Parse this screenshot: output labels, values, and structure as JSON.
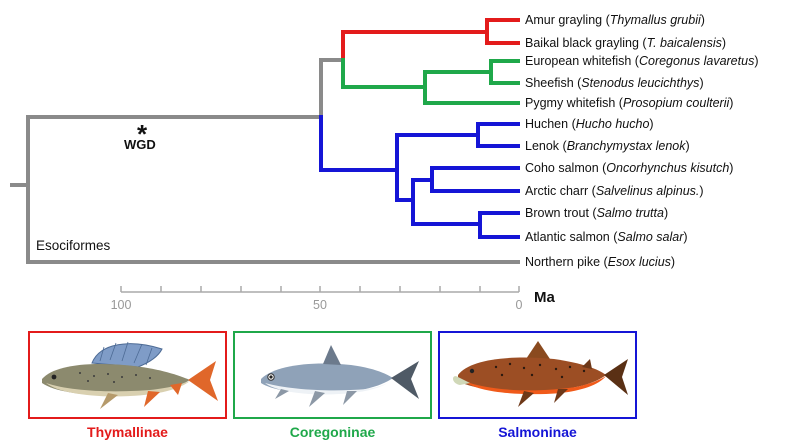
{
  "taxa": [
    {
      "common": "Amur grayling",
      "sci": "Thymallus grubii"
    },
    {
      "common": "Baikal black grayling",
      "sci": "T. baicalensis"
    },
    {
      "common": "European whitefish",
      "sci": "Coregonus lavaretus"
    },
    {
      "common": "Sheefish",
      "sci": "Stenodus leucichthys"
    },
    {
      "common": "Pygmy whitefish",
      "sci": "Prosopium coulterii"
    },
    {
      "common": "Huchen",
      "sci": "Hucho hucho"
    },
    {
      "common": "Lenok",
      "sci": "Branchymystax lenok"
    },
    {
      "common": "Coho salmon",
      "sci": "Oncorhynchus kisutch"
    },
    {
      "common": "Arctic charr",
      "sci": "Salvelinus alpinus."
    },
    {
      "common": "Brown trout",
      "sci": "Salmo trutta"
    },
    {
      "common": "Atlantic salmon",
      "sci": "Salmo salar"
    },
    {
      "common": "Northern pike",
      "sci": "Esox lucius"
    }
  ],
  "axis": {
    "ticks": [
      "100",
      "50",
      "0"
    ],
    "unit": "Ma"
  },
  "annotations": {
    "wgd_star": "*",
    "wgd": "WGD",
    "outgroup": "Esociformes"
  },
  "colors": {
    "thymallinae": "#e31b1b",
    "coregoninae": "#1fa84a",
    "salmoninae": "#1515d6",
    "stem": "#8a8a8a"
  },
  "subfamilies": [
    {
      "name": "Thymallinae",
      "fish": "grayling-illustration"
    },
    {
      "name": "Coregoninae",
      "fish": "whitefish-illustration"
    },
    {
      "name": "Salmoninae",
      "fish": "salmon-illustration"
    }
  ]
}
